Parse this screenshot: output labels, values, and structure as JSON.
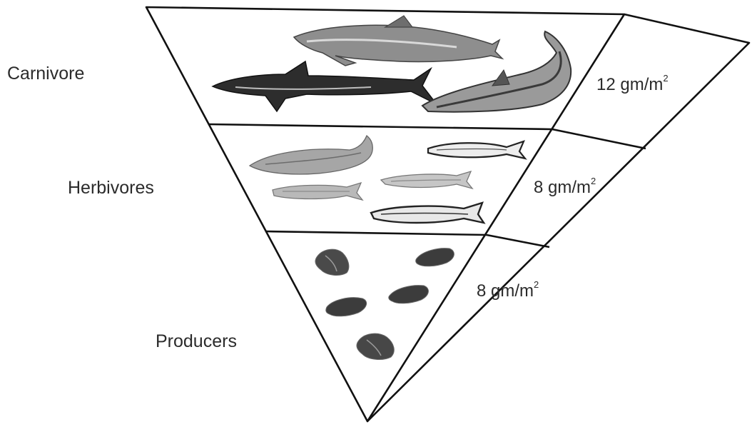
{
  "diagram": {
    "levels": [
      {
        "name": "Carnivore",
        "biomass": "12 gm/m",
        "exponent": "2"
      },
      {
        "name": "Herbivores",
        "biomass": "8 gm/m",
        "exponent": "2"
      },
      {
        "name": "Producers",
        "biomass": "8 gm/m",
        "exponent": "2"
      }
    ]
  },
  "colors": {
    "line": "#111111",
    "ink_dark": "#2a2a2a",
    "ink_mid": "#7d7d7d",
    "ink_light": "#b8b8b8"
  }
}
